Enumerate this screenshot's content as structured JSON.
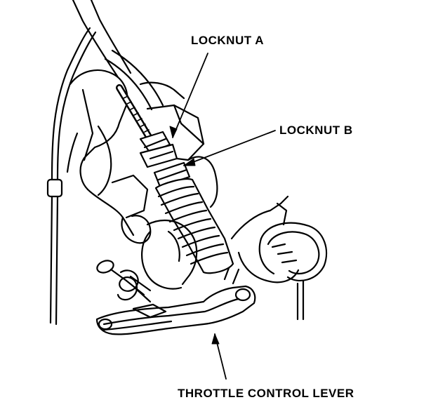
{
  "labels": {
    "locknut_a": "LOCKNUT A",
    "locknut_b": "LOCKNUT B",
    "throttle_lever": "THROTTLE CONTROL LEVER"
  },
  "colors": {
    "ink": "#000000",
    "paper": "#ffffff"
  }
}
